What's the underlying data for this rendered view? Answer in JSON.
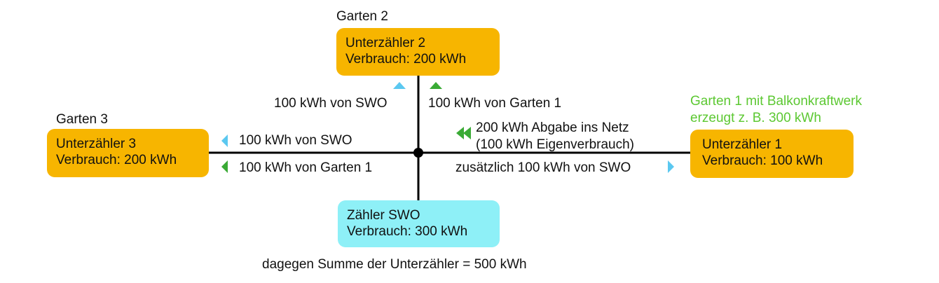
{
  "garten2": {
    "caption": "Garten 2",
    "box_line1": "Unterzähler 2",
    "box_line2": "Verbrauch: 200 kWh"
  },
  "garten3": {
    "caption": "Garten 3",
    "box_line1": "Unterzähler 3",
    "box_line2": "Verbrauch: 200 kWh"
  },
  "garten1": {
    "caption_line1": "Garten 1 mit Balkonkraftwerk",
    "caption_line2": "erzeugt z. B. 300 kWh",
    "box_line1": "Unterzähler 1",
    "box_line2": "Verbrauch: 100 kWh"
  },
  "swo": {
    "box_line1": "Zähler SWO",
    "box_line2": "Verbrauch: 300 kWh"
  },
  "flows": {
    "up_swo": "100 kWh von SWO",
    "up_garten1": "100 kWh von Garten 1",
    "left_swo": "100 kWh von SWO",
    "left_garten1": "100 kWh von Garten 1",
    "abgabe_line1": "200 kWh Abgabe ins Netz",
    "abgabe_line2": "(100 kWh Eigenverbrauch)",
    "zusaetzlich": "zusätzlich 100 kWh von SWO"
  },
  "footer": "dagegen Summe der Unterzähler = 500 kWh",
  "colors": {
    "meter": "#f7b500",
    "main_meter": "#8ef0f7",
    "swo_arrow": "#5bc8f0",
    "garten_arrow": "#3aaa35",
    "garten1_text": "#5cc832"
  }
}
